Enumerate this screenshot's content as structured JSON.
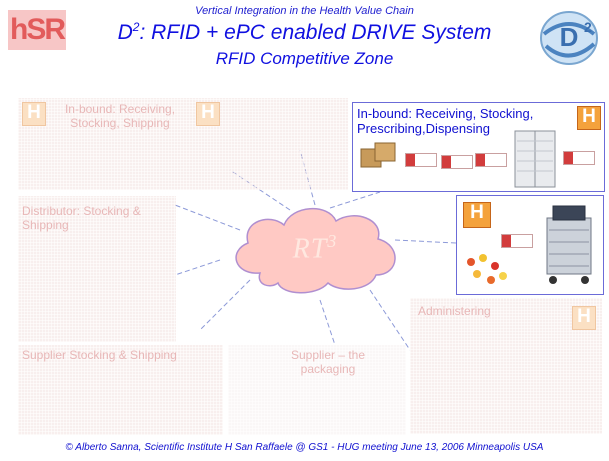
{
  "header": {
    "subtitle": "Vertical Integration in the Health Value Chain",
    "title_d": "D",
    "title_sup": "2",
    "title_rest": ": RFID + ePC enabled DRIVE System",
    "zone": "RFID  Competitive Zone",
    "logo_left_text": "hSR"
  },
  "center": {
    "label": "RT",
    "label_sup": "3"
  },
  "zones": {
    "inbound_faded": "In-bound: Receiving, Stocking, Shipping",
    "inbound_active": "In-bound: Receiving, Stocking, Prescribing,Dispensing",
    "distributor": "Distributor: Stocking & Shipping",
    "administering": "Administering",
    "supplier_stock": "Supplier Stocking & Shipping",
    "supplier_pack": "Supplier – the packaging"
  },
  "footer": {
    "credit": "© Alberto Sanna, Scientific Institute H San Raffaele @ GS1 - HUG meeting June 13, 2006 Minneapolis USA"
  },
  "colors": {
    "title_blue": "#1010e0",
    "hospital_orange": "#f4a23c",
    "faded_pink": "#e8b7b7",
    "cloud_fill": "#ffc9c4"
  },
  "icons": [
    "hospital-h-icon",
    "d2-globe-logo",
    "pill-box-icon",
    "cardboard-box-icon",
    "pharmacy-cabinet-icon",
    "medication-cart-icon"
  ]
}
